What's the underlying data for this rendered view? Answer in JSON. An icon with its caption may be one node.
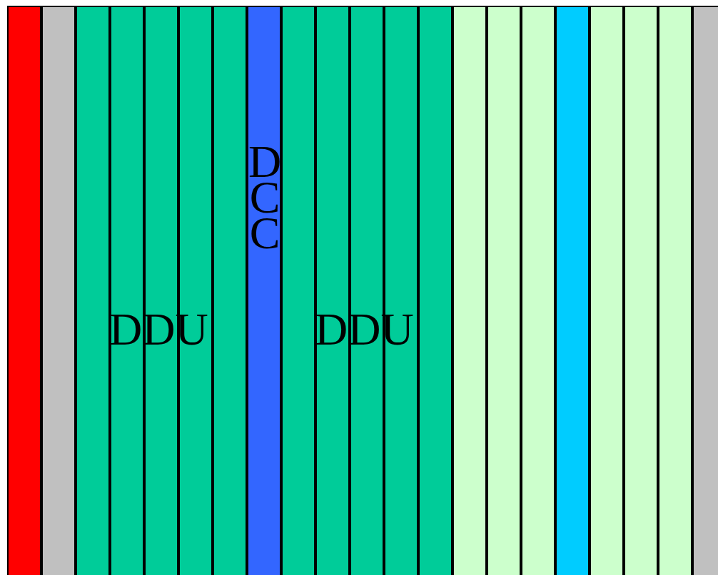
{
  "diagram": {
    "nodes": [
      {
        "text": [],
        "shape": "bar"
      },
      {
        "text": [],
        "shape": "bar"
      },
      {
        "text": [],
        "shape": "bar"
      },
      {
        "text": [],
        "shape": "bar"
      },
      {
        "text": [],
        "shape": "bar"
      },
      {
        "text": [],
        "shape": "bar"
      },
      {
        "text": [],
        "shape": "bar"
      },
      {
        "text": [
          "DCC"
        ]
      },
      {
        "text": [],
        "shape": "bar"
      },
      {
        "text": [],
        "shape": "bar"
      },
      {
        "text": [],
        "shape": "bar"
      },
      {
        "text": [],
        "shape": "bar"
      },
      {
        "text": [],
        "shape": "bar"
      },
      {
        "text": [],
        "shape": "bar"
      },
      {
        "text": [],
        "shape": "bar"
      },
      {
        "text": [],
        "shape": "bar"
      },
      {
        "text": [],
        "shape": "bar"
      },
      {
        "text": [],
        "shape": "bar"
      },
      {
        "text": [],
        "shape": "bar"
      },
      {
        "text": [],
        "shape": "bar"
      },
      {
        "text": [],
        "shape": "bar"
      }
    ],
    "labels": [
      "DDU",
      "DDU"
    ]
  }
}
